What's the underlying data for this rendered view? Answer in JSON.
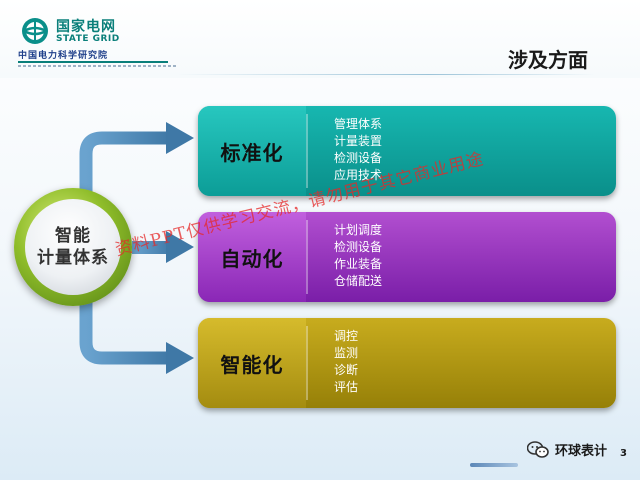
{
  "logo": {
    "cn": "国家电网",
    "en": "STATE GRID",
    "institute": "中国电力科学研究院"
  },
  "title": "涉及方面",
  "hub": {
    "line1": "智能",
    "line2": "计量体系"
  },
  "bands": [
    {
      "label": "标准化",
      "items": [
        "管理体系",
        "计量装置",
        "检测设备",
        "应用技术"
      ],
      "color": "#0a8f8a"
    },
    {
      "label": "自动化",
      "items": [
        "计划调度",
        "检测设备",
        "作业装备",
        "仓储配送"
      ],
      "color": "#7a1ea8"
    },
    {
      "label": "智能化",
      "items": [
        "调控",
        "监测",
        "诊断",
        "评估"
      ],
      "color": "#968008"
    }
  ],
  "watermark": "资料PPT仅供学习交流，请勿用于其它商业用途",
  "footer": {
    "brand": "环球表计",
    "page": "3"
  }
}
